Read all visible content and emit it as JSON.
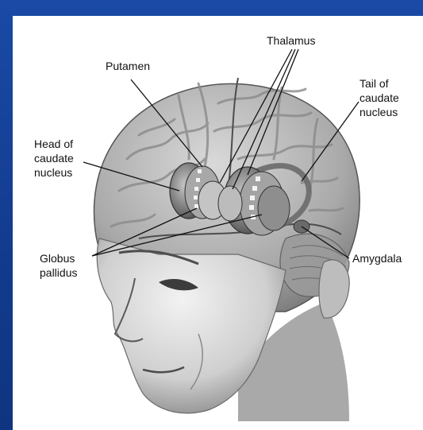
{
  "colors": {
    "background": "#1a3f95",
    "panel": "#ffffff",
    "leader_lines": "#111111",
    "label_text": "#111111"
  },
  "labels": {
    "thalamus": "Thalamus",
    "putamen": "Putamen",
    "tail": {
      "line1": "Tail of",
      "line2": "caudate",
      "line3": "nucleus"
    },
    "head": {
      "line1": "Head of",
      "line2": "caudate",
      "line3": "nucleus"
    },
    "globus": {
      "line1": "Globus",
      "line2": "pallidus"
    },
    "amygdala": "Amygdala"
  }
}
